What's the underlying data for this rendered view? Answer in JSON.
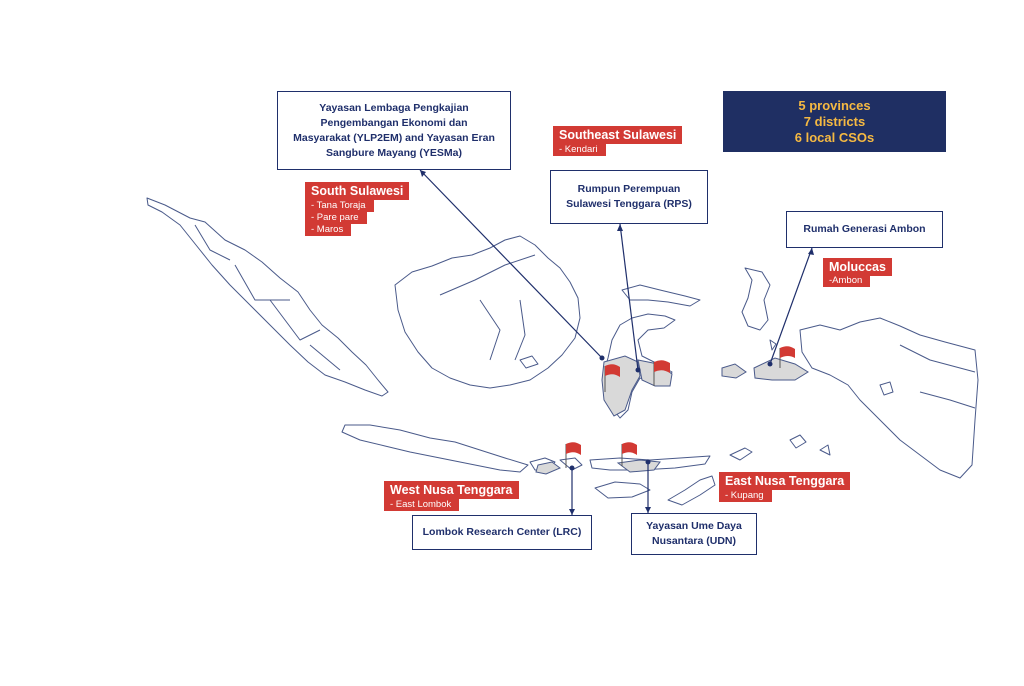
{
  "summary": {
    "line1": "5 provinces",
    "line2": "7 districts",
    "line3": "6 local CSOs"
  },
  "colors": {
    "navy": "#1f2f6b",
    "red": "#d23a34",
    "gold": "#f5b942",
    "highlight": "#d9d9d9"
  },
  "organizations": {
    "yayasan_lembaga": {
      "lines": [
        "Yayasan Lembaga Pengkajian",
        "Pengembangan Ekonomi dan",
        "Masyarakat (YLP2EM) and Yayasan Eran",
        "Sangbure Mayang (YESMa)"
      ]
    },
    "rps": {
      "lines": [
        "Rumpun Perempuan",
        "Sulawesi Tenggara (RPS)"
      ]
    },
    "rga": {
      "lines": [
        "Rumah Generasi Ambon"
      ]
    },
    "lrc": {
      "lines": [
        "Lombok Research Center (LRC)"
      ]
    },
    "udn": {
      "lines": [
        "Yayasan Ume Daya",
        "Nusantara (UDN)"
      ]
    }
  },
  "provinces": {
    "south_sulawesi": {
      "name": "South Sulawesi",
      "districts": [
        "- Tana Toraja",
        "- Pare pare",
        "- Maros"
      ]
    },
    "southeast_sulawesi": {
      "name": "Southeast Sulawesi",
      "districts": [
        "- Kendari"
      ]
    },
    "moluccas": {
      "name": "Moluccas",
      "districts": [
        "-Ambon"
      ]
    },
    "west_nusa_tenggara": {
      "name": "West Nusa Tenggara",
      "districts": [
        "- East Lombok"
      ]
    },
    "east_nusa_tenggara": {
      "name": "East Nusa Tenggara",
      "districts": [
        "- Kupang"
      ]
    }
  },
  "icons": {
    "flag": "flag-icon",
    "location": "location-dot-icon"
  }
}
